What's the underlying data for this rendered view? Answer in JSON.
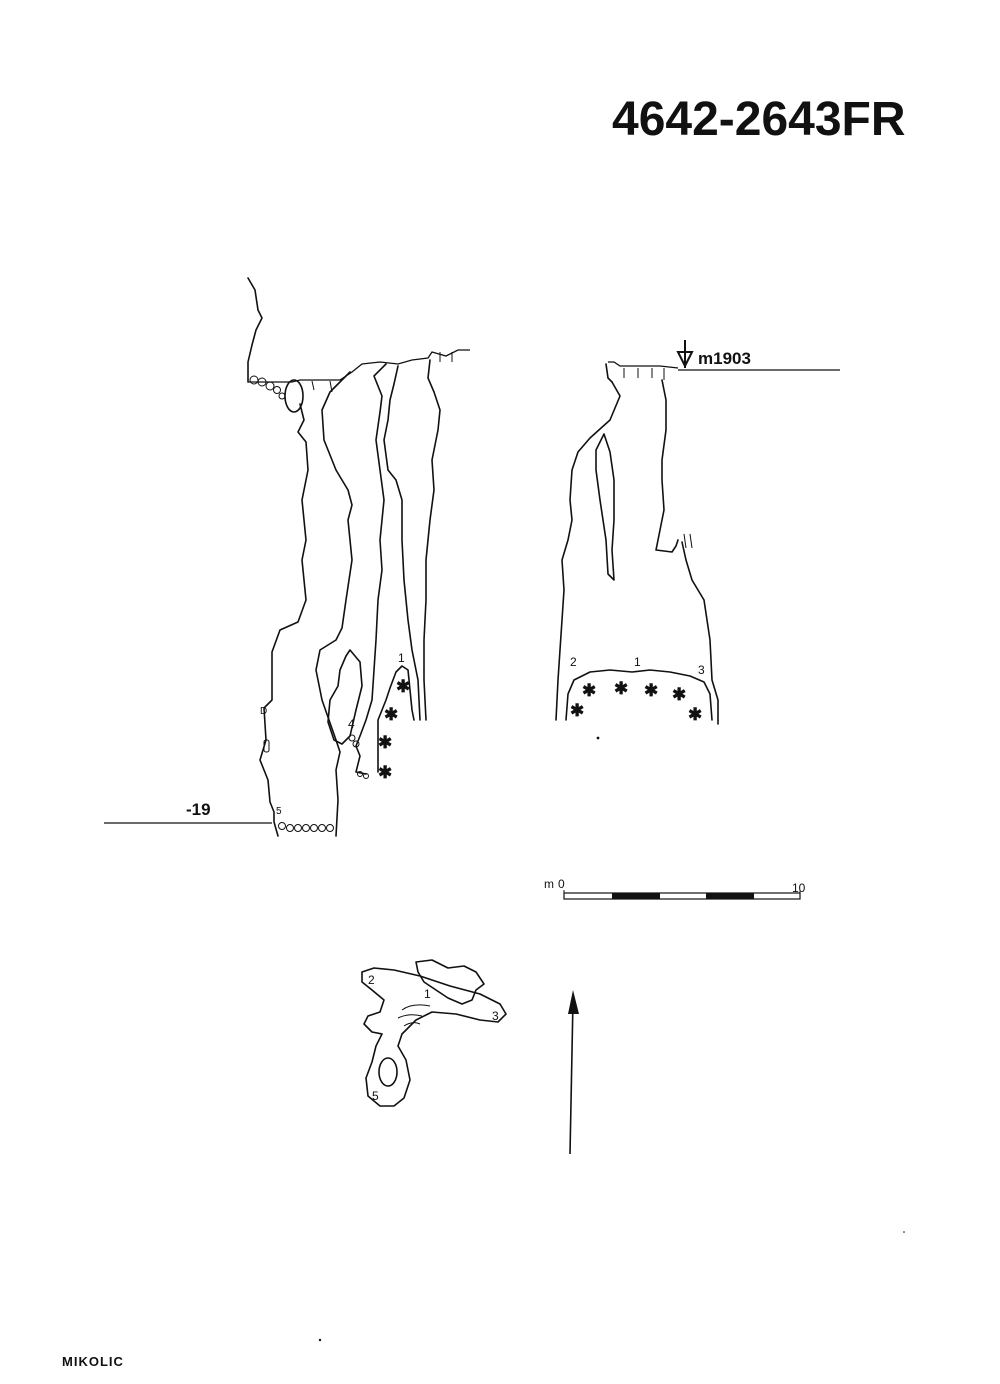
{
  "sheet": {
    "code": "4642-2643FR",
    "author": "MIKOLIC"
  },
  "section_a": {
    "depth_label": "-19",
    "point_labels": [
      "1",
      "4",
      "5",
      "D"
    ]
  },
  "section_b": {
    "altitude_label": "m1903",
    "point_labels": [
      "2",
      "1",
      "3"
    ]
  },
  "scale_bar": {
    "unit_label": "m",
    "start_label": "0",
    "end_label": "10"
  },
  "plan": {
    "point_labels": [
      "2",
      "1",
      "3",
      "5"
    ]
  },
  "north_arrow": {
    "icon": "north-arrow-icon"
  },
  "colors": {
    "ink": "#111111",
    "paper": "#ffffff"
  }
}
